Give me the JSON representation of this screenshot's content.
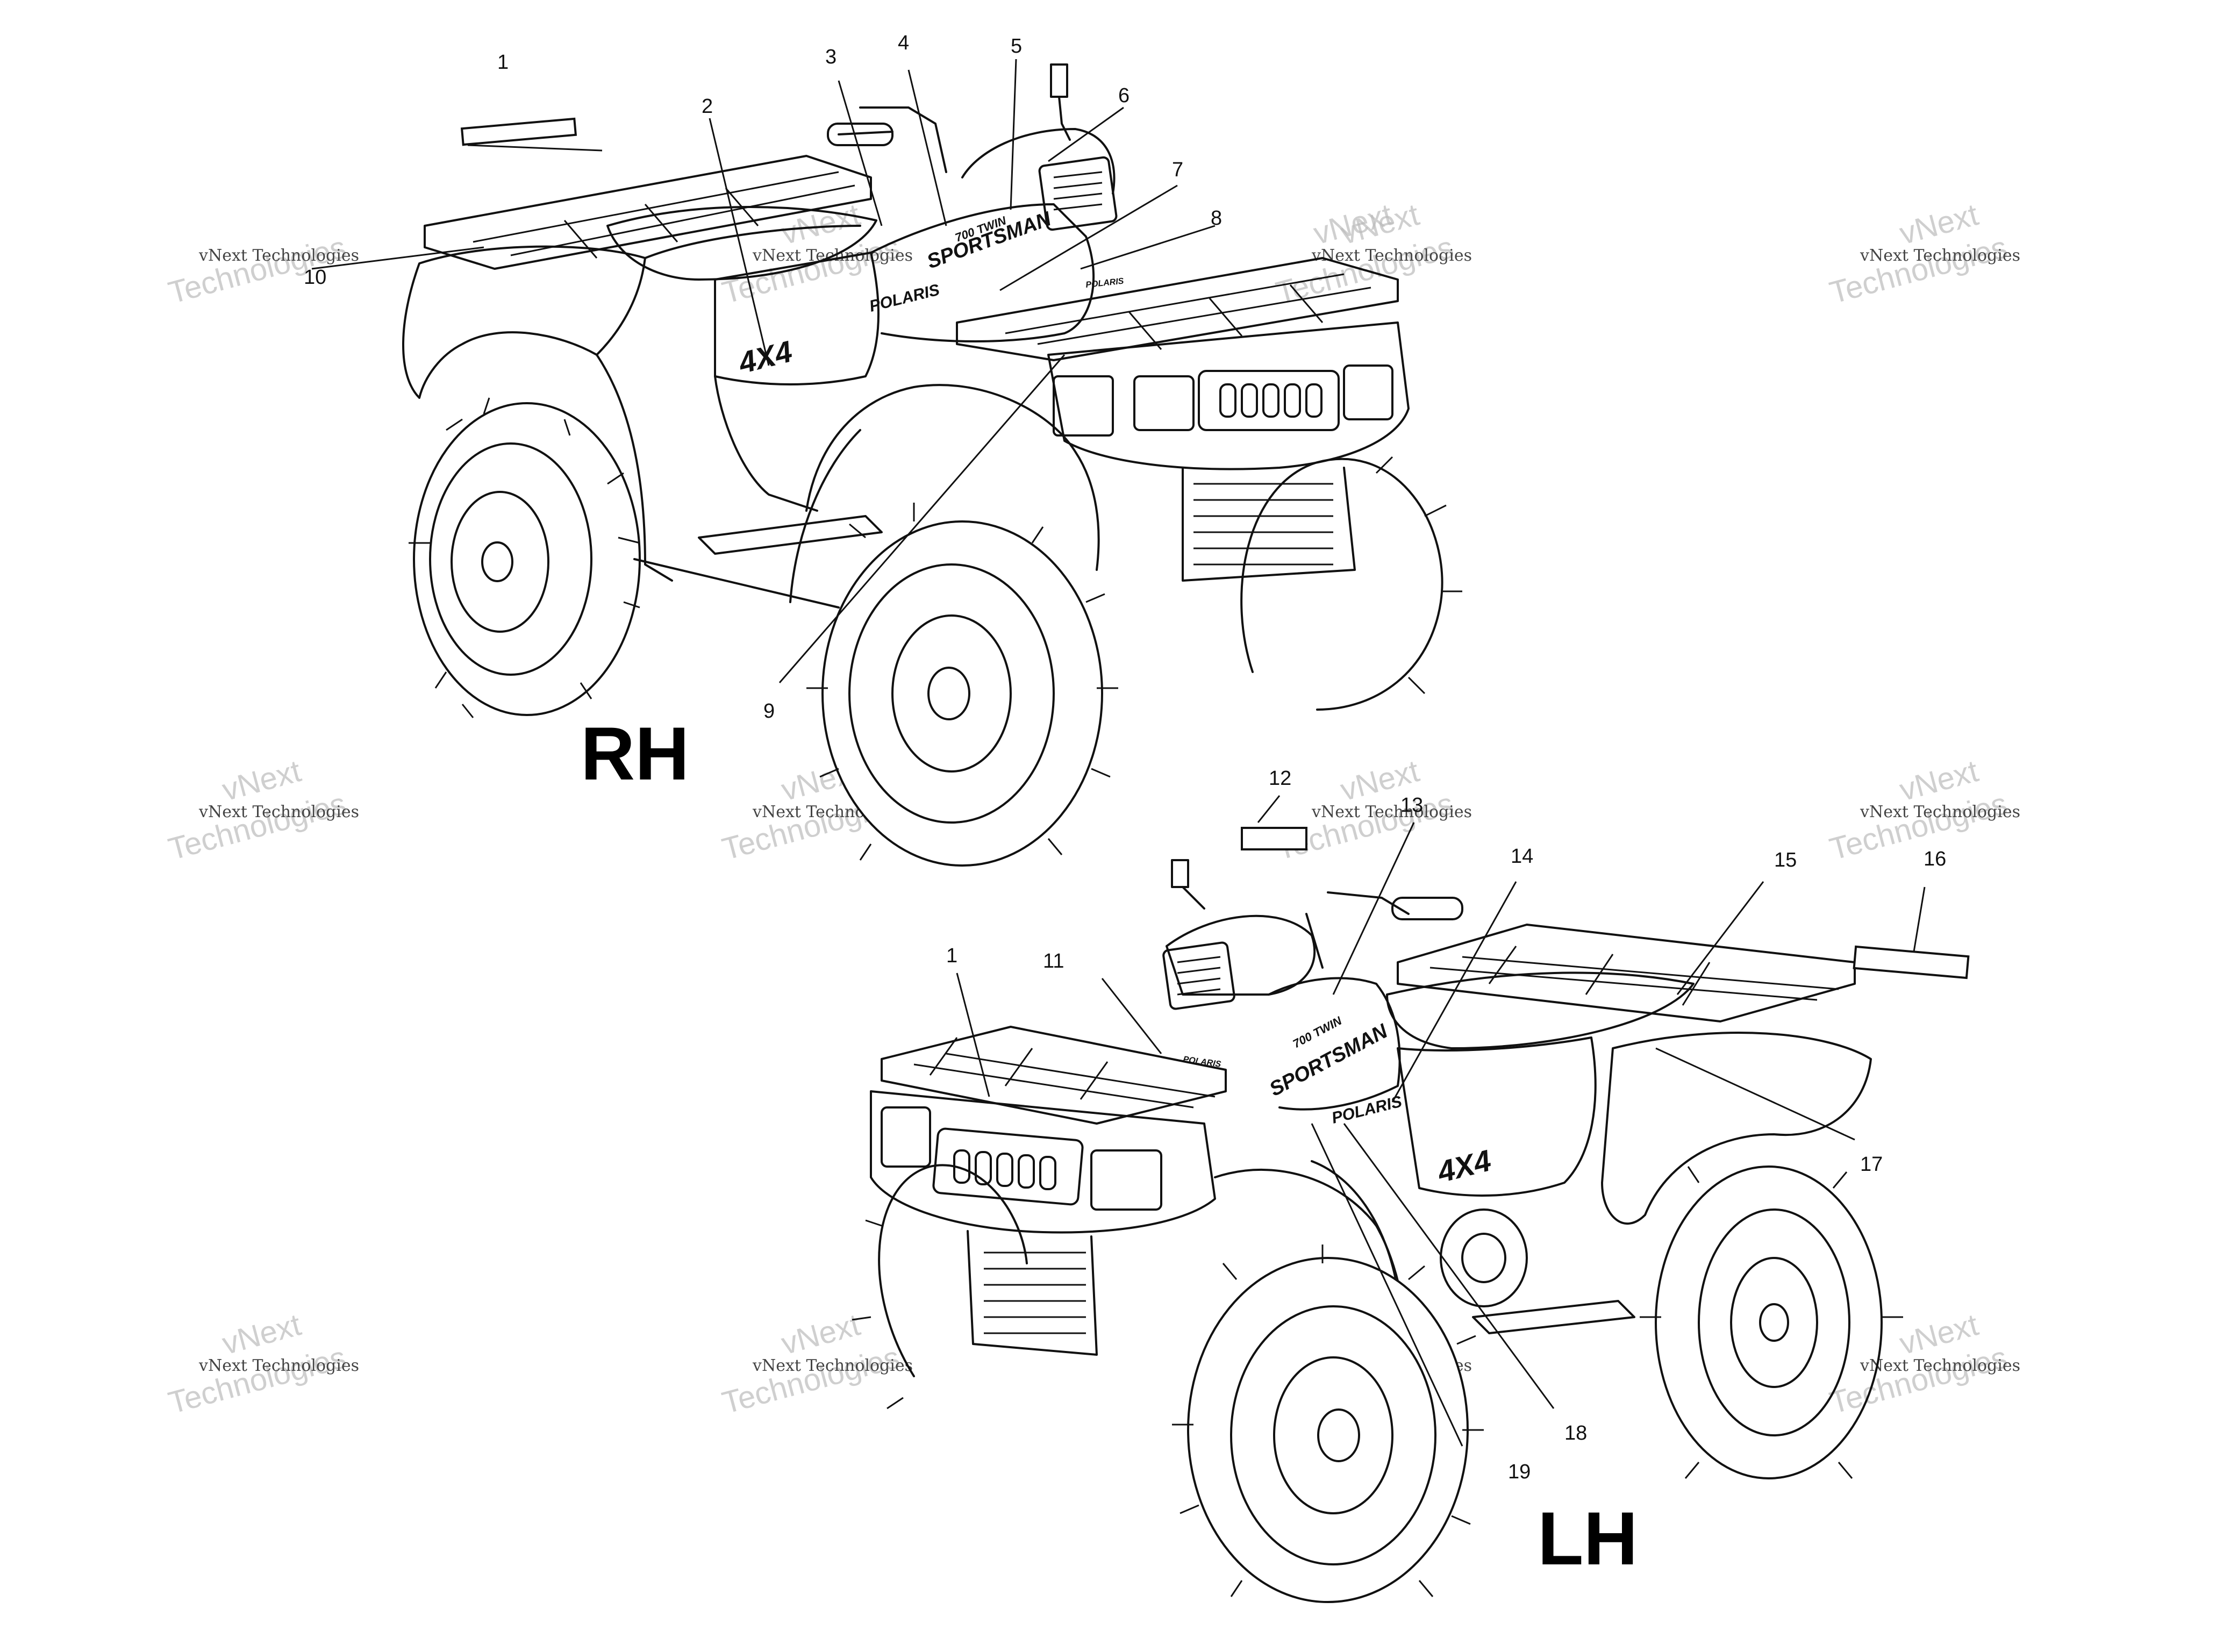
{
  "views": {
    "rh": "RH",
    "lh": "LH"
  },
  "callouts": [
    "1",
    "2",
    "3",
    "4",
    "5",
    "6",
    "7",
    "8",
    "9",
    "10",
    "12",
    "13",
    "14",
    "15",
    "16",
    "17",
    "18",
    "19",
    "11",
    "1"
  ],
  "decals": {
    "brand": "POLARIS",
    "model": "SPORTSMAN",
    "engine": "700 TWIN",
    "drive": "4X4"
  },
  "watermark": {
    "line1": "vNext Technologies",
    "line2": "vNext",
    "line3": "Technologies"
  }
}
